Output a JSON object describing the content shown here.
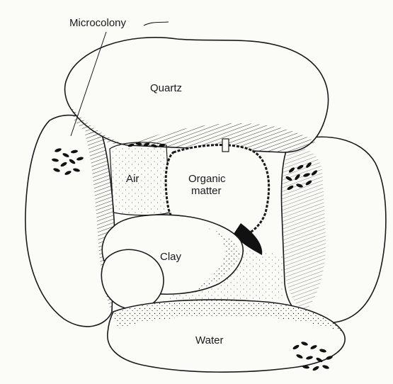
{
  "labels": {
    "microcolony": "Microcolony",
    "quartz": "Quartz",
    "air": "Air",
    "organic_line1": "Organic",
    "organic_line2": "matter",
    "clay": "Clay",
    "water": "Water"
  },
  "colors": {
    "ink": "#1a1a1a",
    "paper": "#fbfbf8",
    "shadow": "#111111"
  },
  "icons": [
    "bacteria-cell-icon"
  ]
}
